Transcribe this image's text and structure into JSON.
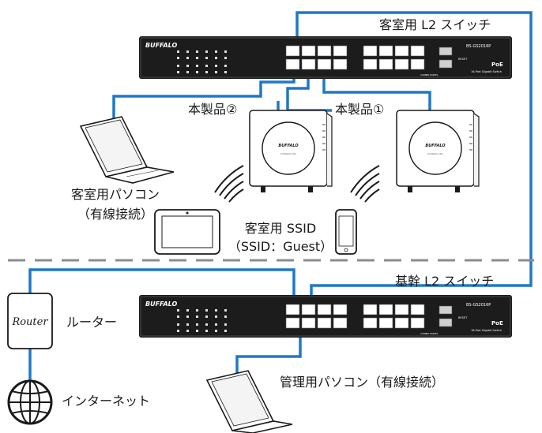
{
  "labels": {
    "guest_switch": "客室用 L2 スイッチ",
    "core_switch": "基幹 L2 スイッチ",
    "ap2": "本製品②",
    "ap1": "本製品①",
    "guest_pc_line1": "客室用パソコン",
    "guest_pc_line2": "（有線接続）",
    "guest_ssid_line1": "客室用 SSID",
    "guest_ssid_line2": "（SSID：Guest）",
    "router_text": "Router",
    "router_label": "ルーター",
    "internet_label": "インターネット",
    "admin_pc": "管理用パソコン（有線接続）"
  },
  "device_text": {
    "brand": "BUFFALO",
    "model": "BS-GS2016P",
    "poe": "PoE",
    "series": "16-Port Gigabit Switch",
    "reset": "RESET",
    "combo": "COMBO PORTS",
    "ap_brand": "BUFFALO",
    "ap_sub": "AirStation Pro"
  },
  "colors": {
    "cable": "#1f78c8",
    "outline": "#1a1a1a",
    "switch_body": "#1c1c1c",
    "divider": "#999999"
  }
}
